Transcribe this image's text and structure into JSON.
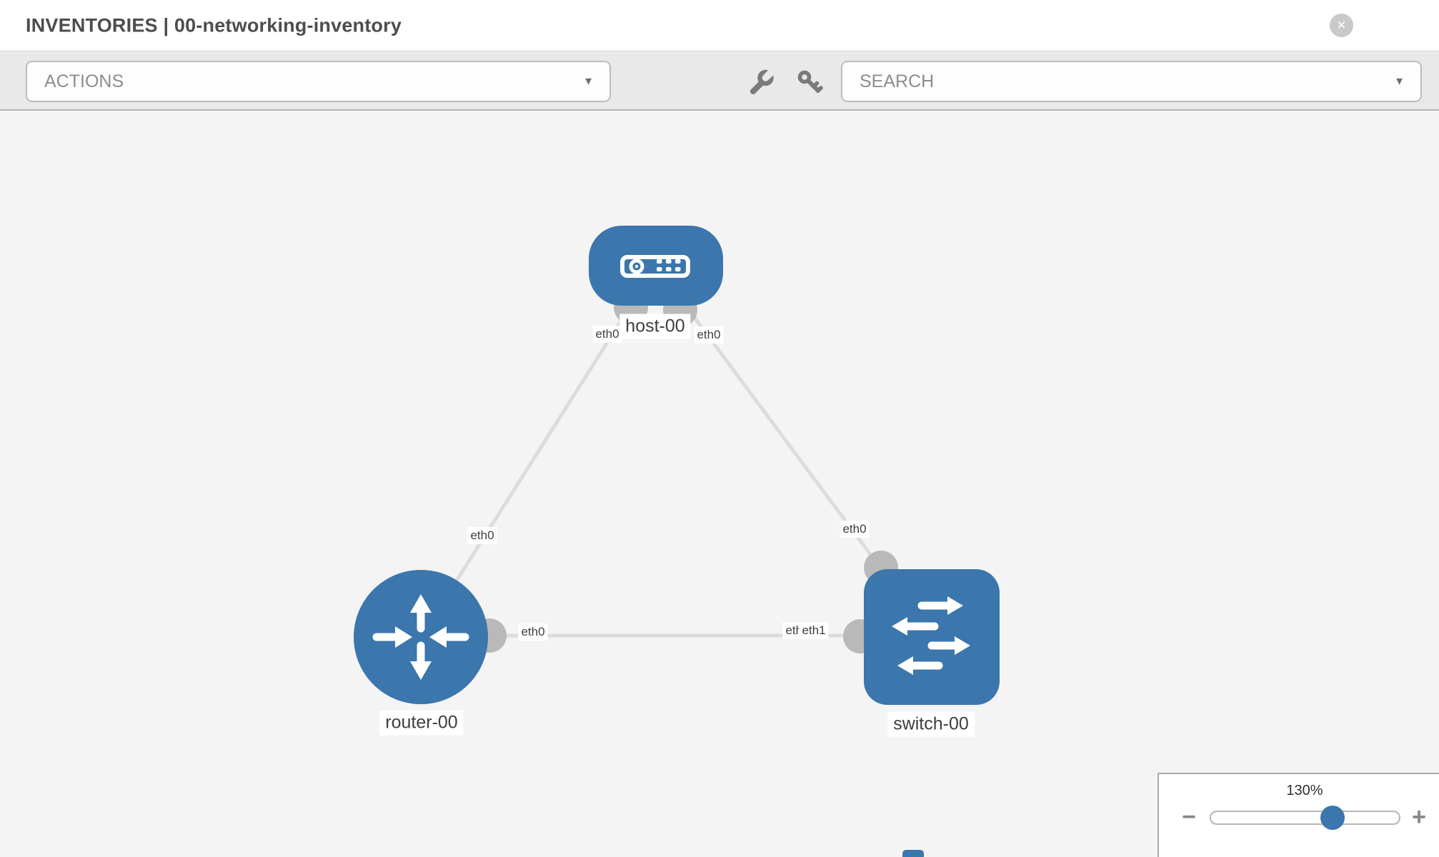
{
  "header": {
    "title": "INVENTORIES | 00-networking-inventory"
  },
  "toolbar": {
    "actions_label": "ACTIONS",
    "search_label": "SEARCH"
  },
  "icons": {
    "chevron_down": "▼",
    "close": "✕",
    "minus": "−",
    "plus": "+"
  },
  "topology": {
    "nodes": [
      {
        "label": "host-00",
        "type": "host"
      },
      {
        "label": "router-00",
        "type": "router"
      },
      {
        "label": "switch-00",
        "type": "switch"
      }
    ],
    "links": [
      {
        "from": "host-00",
        "from_iface": "eth0",
        "to": "router-00",
        "to_iface": "eth0"
      },
      {
        "from": "host-00",
        "from_iface": "eth0",
        "to": "switch-00",
        "to_iface": "eth0"
      },
      {
        "from": "router-00",
        "from_iface": "eth0",
        "to": "switch-00",
        "to_iface": "eth1"
      }
    ],
    "overlap_label": "eth0"
  },
  "zoom_control": {
    "level": "130%"
  },
  "colors": {
    "node_blue": "#3b76ad",
    "link_gray": "#dcdcdc",
    "connector_gray": "#b9b9b9",
    "toolbar_gray": "#e9e9e9",
    "canvas_gray": "#f4f4f4"
  }
}
